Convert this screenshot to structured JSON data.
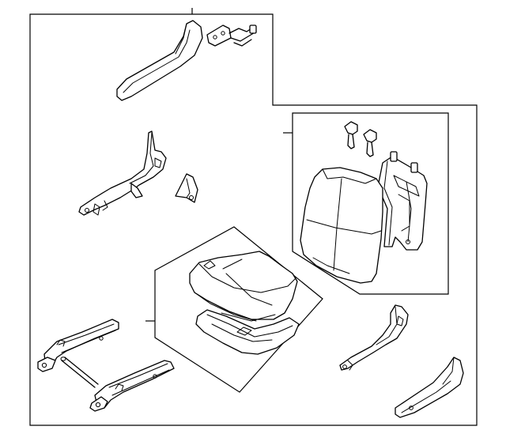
{
  "diagram": {
    "type": "exploded-parts-diagram",
    "subject": "seat assembly",
    "labels": [],
    "parts": [
      {
        "id": "back-trim-panel",
        "icon": "trim-panel-icon"
      },
      {
        "id": "harness-connector",
        "icon": "connector-icon"
      },
      {
        "id": "recliner-bracket-left",
        "icon": "bracket-icon"
      },
      {
        "id": "small-bracket",
        "icon": "bracket-icon"
      },
      {
        "id": "headrest-guides",
        "icon": "guide-icon"
      },
      {
        "id": "seat-back-cushion",
        "icon": "cushion-icon"
      },
      {
        "id": "seat-back-frame",
        "icon": "frame-icon"
      },
      {
        "id": "seat-cushion",
        "icon": "cushion-icon"
      },
      {
        "id": "seat-cushion-pad",
        "icon": "pad-icon"
      },
      {
        "id": "seat-track-left",
        "icon": "track-icon"
      },
      {
        "id": "adjuster-rod",
        "icon": "rod-icon"
      },
      {
        "id": "seat-track-right",
        "icon": "track-icon"
      },
      {
        "id": "recliner-bracket-right",
        "icon": "bracket-icon"
      },
      {
        "id": "side-trim-cover",
        "icon": "trim-panel-icon"
      }
    ]
  }
}
